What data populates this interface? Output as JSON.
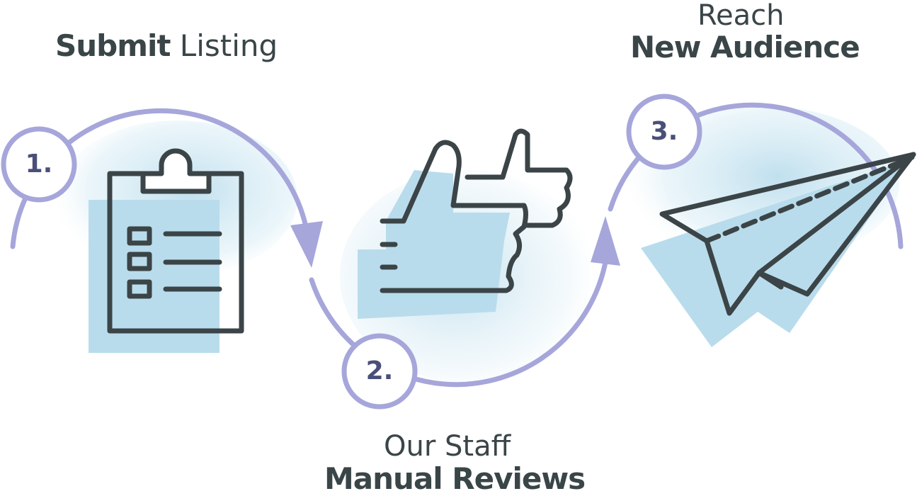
{
  "steps": [
    {
      "number": "1.",
      "title_bold": "Submit",
      "title_light": " Listing"
    },
    {
      "number": "2.",
      "title_light": "Our Staff",
      "title_bold": "Manual Reviews"
    },
    {
      "number": "3.",
      "title_light": "Reach",
      "title_bold": "New Audience"
    }
  ],
  "colors": {
    "ring": "#a6a6db",
    "icon_stroke": "#3b4447",
    "fill_blue": "#b9dcec",
    "text_dark": "#3a4548",
    "number": "#4a4f7a"
  },
  "icons": [
    "clipboard-icon",
    "thumbs-up-icon",
    "paper-plane-icon"
  ]
}
